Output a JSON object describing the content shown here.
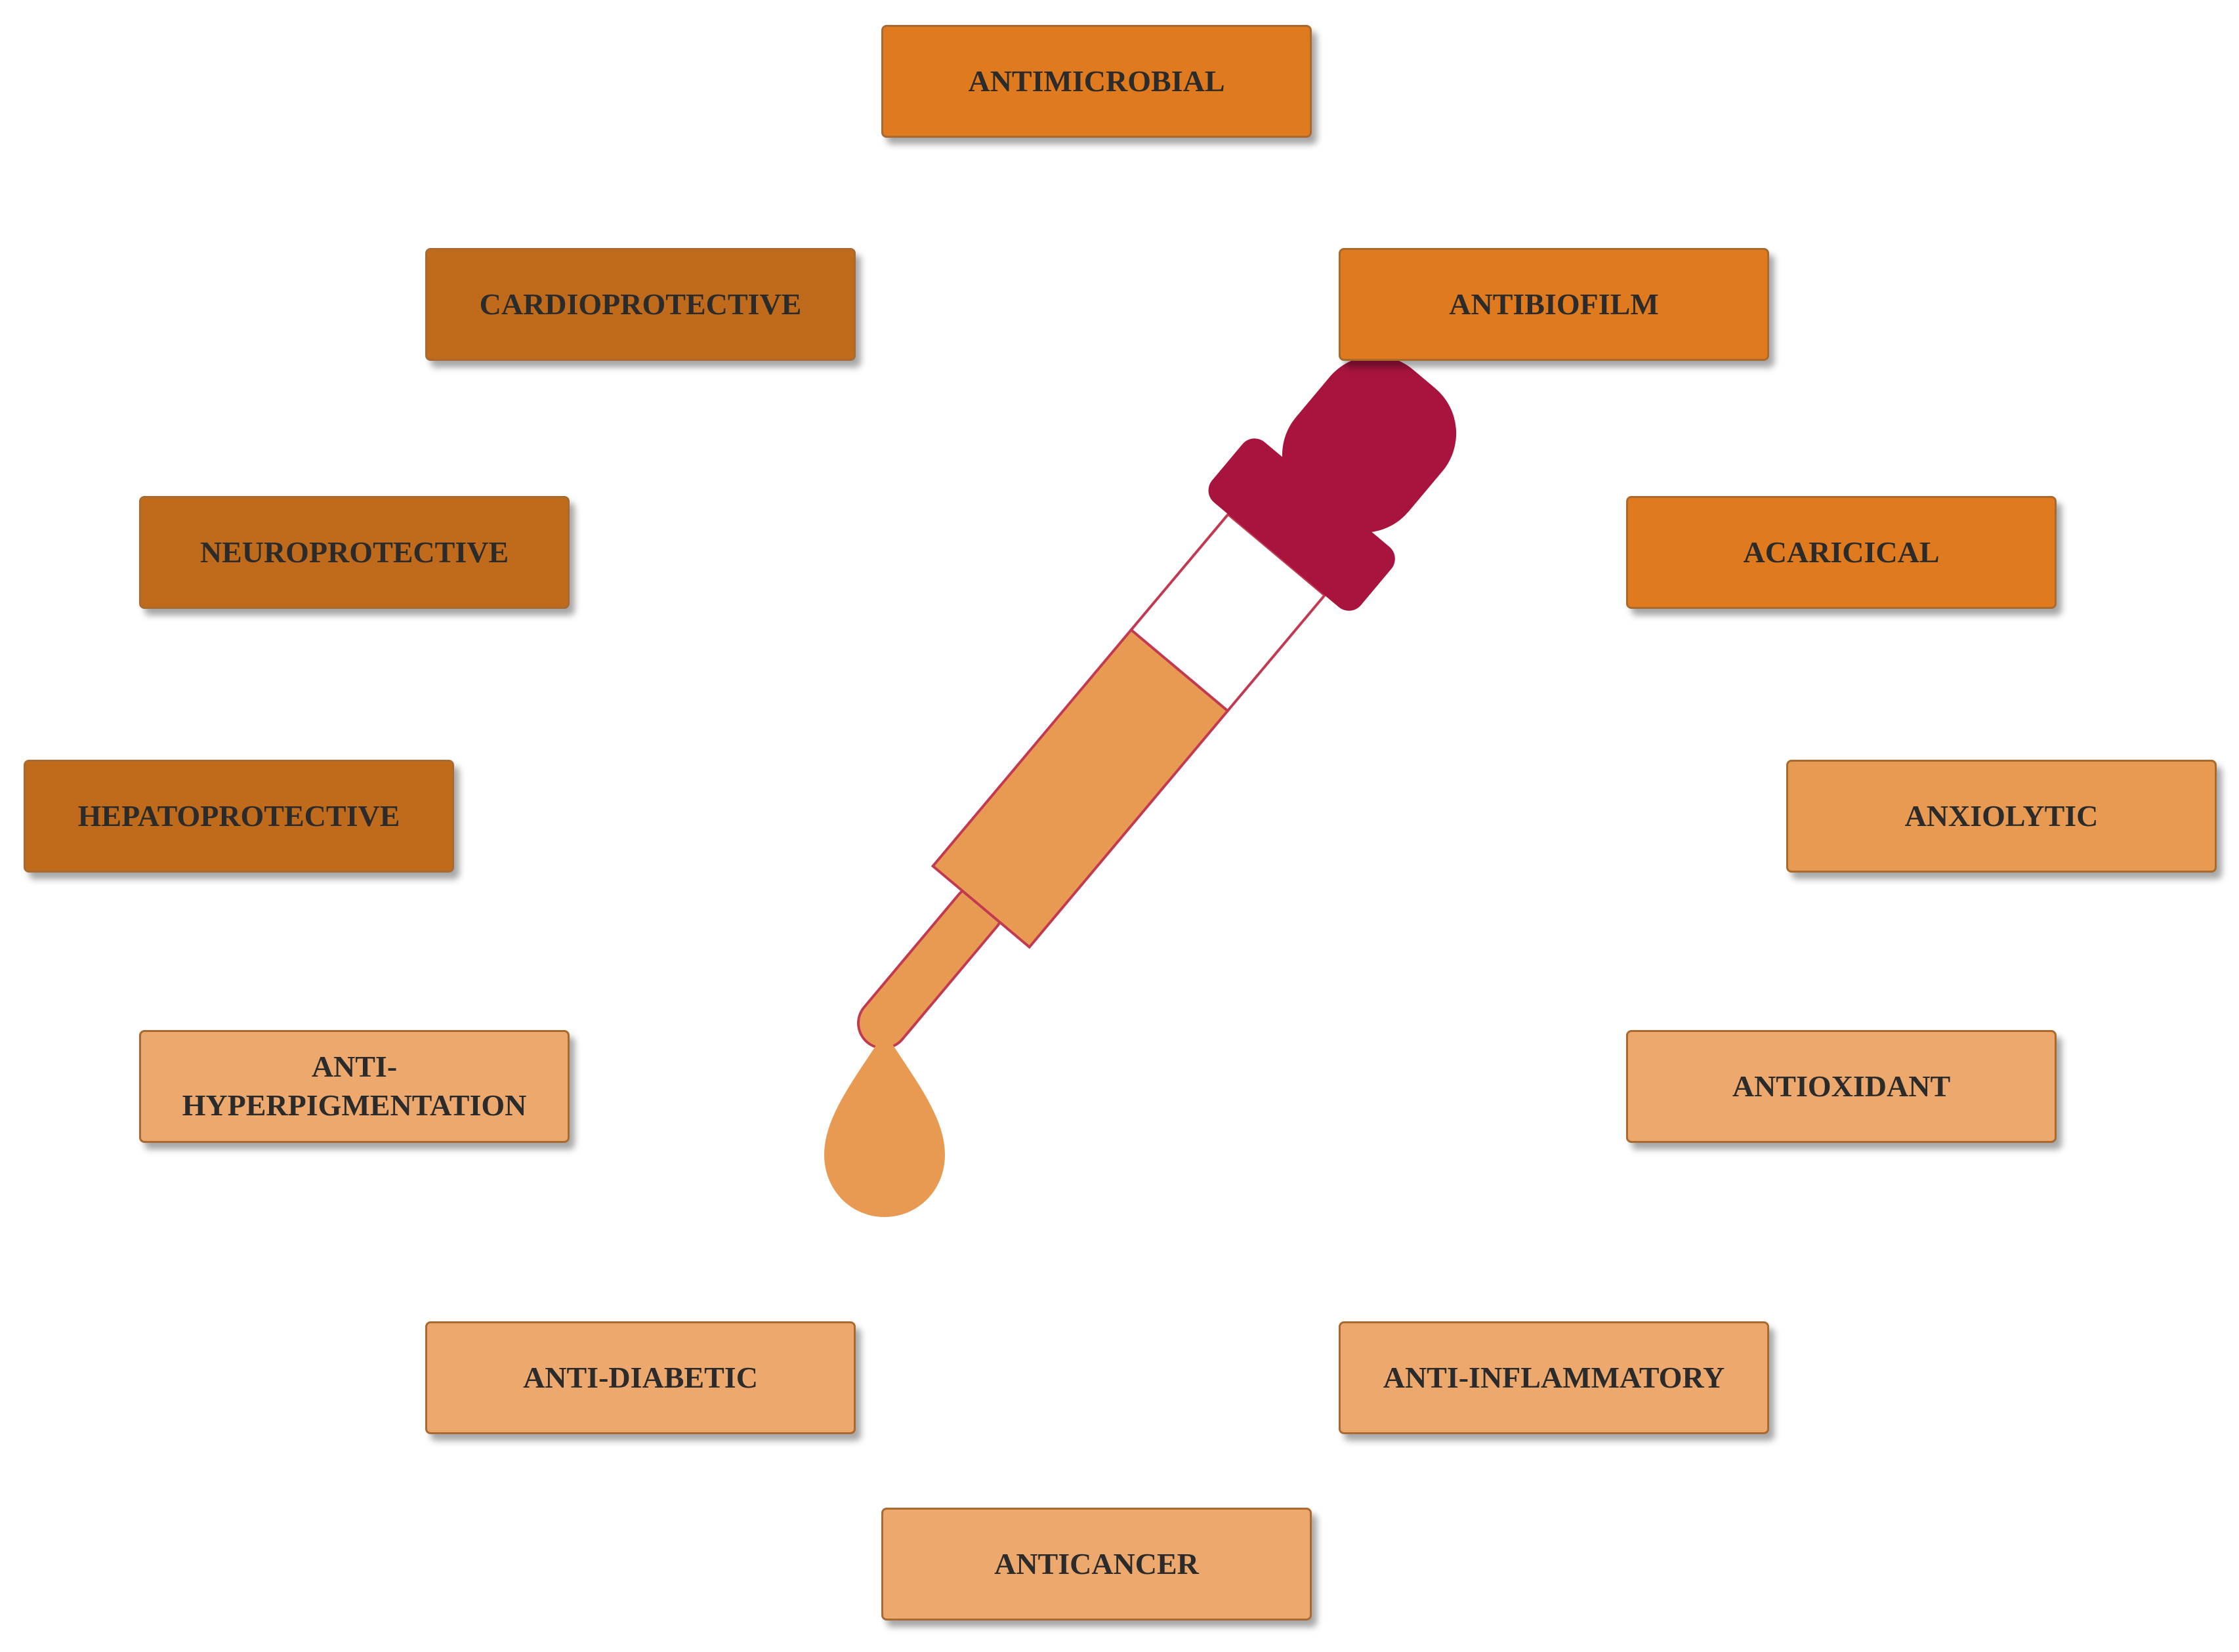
{
  "palette": {
    "dark": "#c06a1c",
    "bright": "#e07a1f",
    "medium": "#e89a52",
    "light": "#eca86d",
    "cap": "#a8143e",
    "outline": "#c23a52"
  },
  "diagram": {
    "center_icon": "dropper-icon",
    "drop_icon": "drop-icon",
    "boxes": [
      {
        "id": "antimicrobial",
        "label": "ANTIMICROBIAL",
        "tone": "bright"
      },
      {
        "id": "antibiofilm",
        "label": "ANTIBIOFILM",
        "tone": "bright"
      },
      {
        "id": "acaricical",
        "label": "ACARICICAL",
        "tone": "bright"
      },
      {
        "id": "anxiolytic",
        "label": "ANXIOLYTIC",
        "tone": "medium"
      },
      {
        "id": "antioxidant",
        "label": "ANTIOXIDANT",
        "tone": "light"
      },
      {
        "id": "anti-inflammatory",
        "label": "ANTI-INFLAMMATORY",
        "tone": "light"
      },
      {
        "id": "anticancer",
        "label": "ANTICANCER",
        "tone": "light"
      },
      {
        "id": "anti-diabetic",
        "label": "ANTI-DIABETIC",
        "tone": "light"
      },
      {
        "id": "anti-hyperpigmentation",
        "label": "ANTI-\nHYPERPIGMENTATION",
        "tone": "light"
      },
      {
        "id": "hepatoprotective",
        "label": "HEPATOPROTECTIVE",
        "tone": "dark"
      },
      {
        "id": "neuroprotective",
        "label": "NEUROPROTECTIVE",
        "tone": "dark"
      },
      {
        "id": "cardioprotective",
        "label": "CARDIOPROTECTIVE",
        "tone": "dark"
      }
    ]
  }
}
